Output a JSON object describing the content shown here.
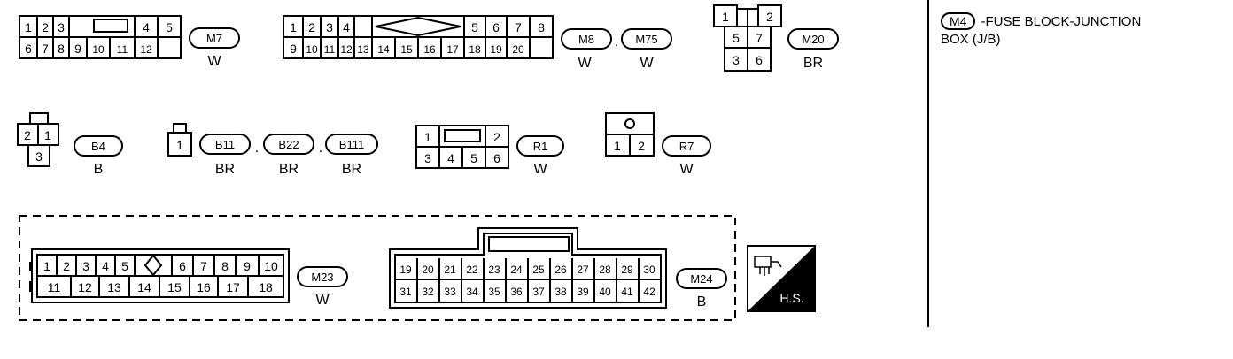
{
  "connectors": [
    {
      "id": "m7",
      "pins": [
        "1",
        "2",
        "3",
        "4",
        "5",
        "6",
        "7",
        "8",
        "9",
        "10",
        "11",
        "12"
      ],
      "labels": [
        "M7"
      ],
      "color": "W"
    },
    {
      "id": "m8",
      "pins": [
        "1",
        "2",
        "3",
        "4",
        "5",
        "6",
        "7",
        "8",
        "9",
        "10",
        "11",
        "12",
        "13",
        "14",
        "15",
        "16",
        "17",
        "18",
        "19",
        "20"
      ],
      "labels": [
        "M8",
        "M75"
      ],
      "color": "W",
      "colors": [
        "W",
        "W"
      ]
    },
    {
      "id": "m20",
      "pins": [
        "1",
        "2",
        "5",
        "7",
        "3",
        "6"
      ],
      "labels": [
        "M20"
      ],
      "color": "BR"
    },
    {
      "id": "b4",
      "pins": [
        "2",
        "1",
        "3"
      ],
      "labels": [
        "B4"
      ],
      "color": "B"
    },
    {
      "id": "b11",
      "pins": [
        "1"
      ],
      "labels": [
        "B11",
        "B22",
        "B111"
      ],
      "colors": [
        "BR",
        "BR",
        "BR"
      ]
    },
    {
      "id": "r1",
      "pins": [
        "1",
        "2",
        "3",
        "4",
        "5",
        "6"
      ],
      "labels": [
        "R1"
      ],
      "color": "W"
    },
    {
      "id": "r7",
      "pins": [
        "1",
        "2"
      ],
      "labels": [
        "R7"
      ],
      "color": "W"
    },
    {
      "id": "m23",
      "pins": [
        "1",
        "2",
        "3",
        "4",
        "5",
        "6",
        "7",
        "8",
        "9",
        "10",
        "11",
        "12",
        "13",
        "14",
        "15",
        "16",
        "17",
        "18"
      ],
      "labels": [
        "M23"
      ],
      "color": "W"
    },
    {
      "id": "m24",
      "pins": [
        "19",
        "20",
        "21",
        "22",
        "23",
        "24",
        "25",
        "26",
        "27",
        "28",
        "29",
        "30",
        "31",
        "32",
        "33",
        "34",
        "35",
        "36",
        "37",
        "38",
        "39",
        "40",
        "41",
        "42"
      ],
      "labels": [
        "M24"
      ],
      "color": "B"
    }
  ],
  "separator": ".",
  "hs_badge": "H.S.",
  "legend": {
    "connector": "M4",
    "line1": "-FUSE BLOCK-JUNCTION",
    "line2": "BOX (J/B)"
  }
}
